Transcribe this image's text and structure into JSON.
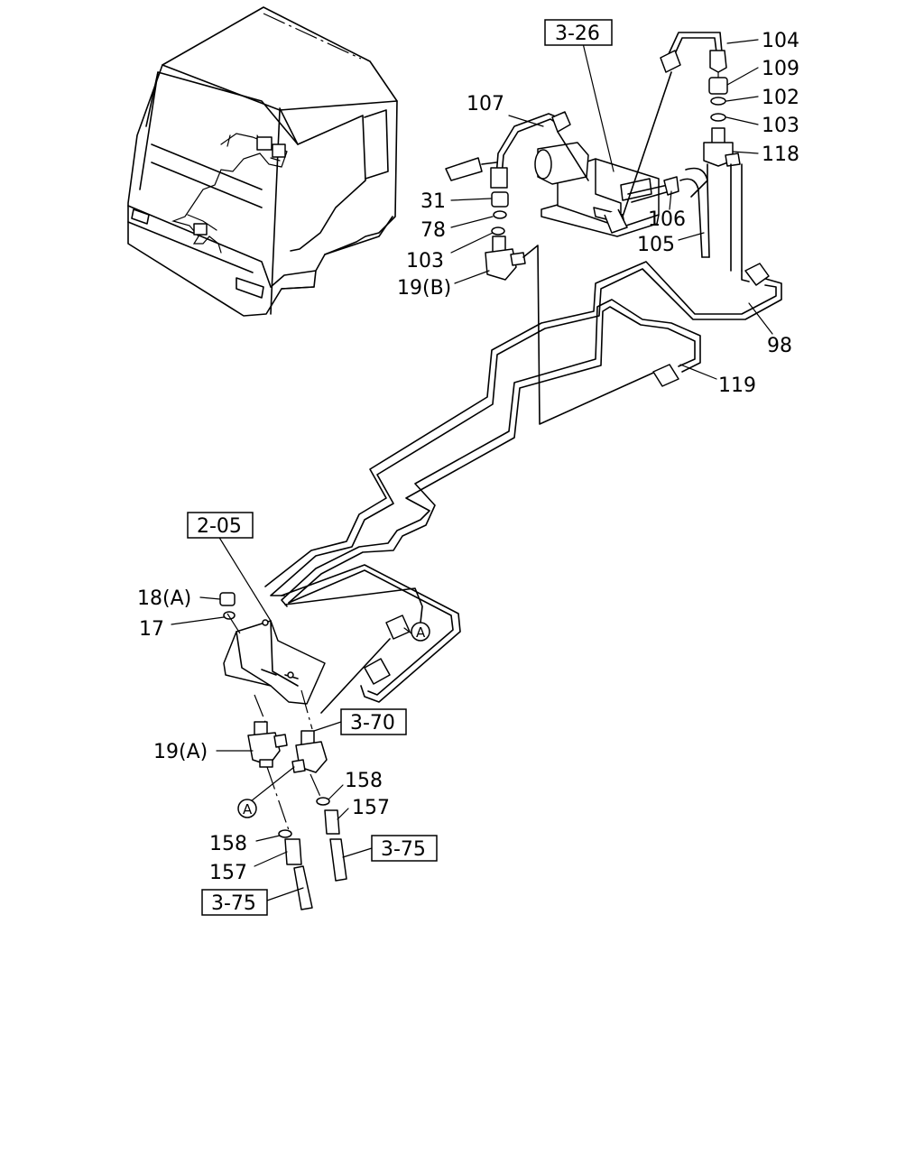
{
  "callouts": {
    "c104": "104",
    "c109": "109",
    "c102": "102",
    "c103a": "103",
    "c118": "118",
    "c107": "107",
    "c31": "31",
    "c78": "78",
    "c103b": "103",
    "c19b": "19(B)",
    "c106": "106",
    "c105": "105",
    "c98": "98",
    "c119": "119",
    "c18a": "18(A)",
    "c17": "17",
    "c19a": "19(A)",
    "c158a": "158",
    "c157a": "157",
    "c158b": "158",
    "c157b": "157"
  },
  "refs": {
    "r326": "3-26",
    "r205": "2-05",
    "r370": "3-70",
    "r375a": "3-75",
    "r375b": "3-75"
  },
  "connectors": {
    "a1": "A",
    "a2": "A"
  }
}
